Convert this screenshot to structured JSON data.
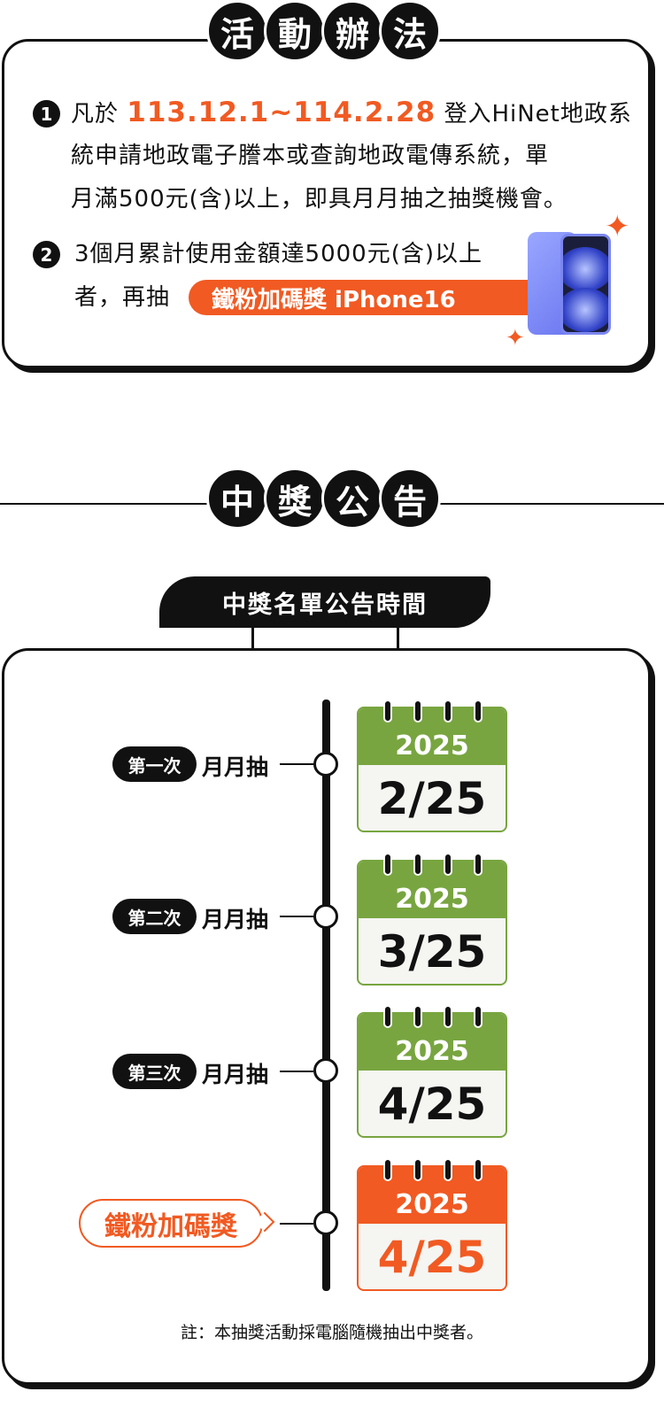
{
  "section1": {
    "title_chars": [
      "活",
      "動",
      "辦",
      "法"
    ],
    "rule1": {
      "num": "1",
      "prefix": "凡於 ",
      "date_range": "113.12.1~114.2.28",
      "line1_rest": " 登入HiNet地政系",
      "line2": "統申請地政電子謄本或查詢地政電傳系統，單",
      "line3": "月滿500元(含)以上，即具月月抽之抽獎機會。"
    },
    "rule2": {
      "num": "2",
      "line1": "3個月累計使用金額達5000元(含)以上",
      "line2": "者，再抽",
      "prize": "鐵粉加碼獎 iPhone16"
    }
  },
  "section2": {
    "title_chars": [
      "中",
      "獎",
      "公",
      "告"
    ],
    "tab_label": "中獎名單公告時間",
    "rounds": [
      {
        "pill": "第一次",
        "label": "月月抽",
        "year": "2025",
        "date": "2/25"
      },
      {
        "pill": "第二次",
        "label": "月月抽",
        "year": "2025",
        "date": "3/25"
      },
      {
        "pill": "第三次",
        "label": "月月抽",
        "year": "2025",
        "date": "4/25"
      }
    ],
    "bonus": {
      "label": "鐵粉加碼獎",
      "year": "2025",
      "date": "4/25"
    },
    "note": "註：本抽獎活動採電腦隨機抽出中獎者。"
  },
  "colors": {
    "accent": "#f15a22",
    "calendar_green": "#78a540",
    "ink": "#111111"
  }
}
